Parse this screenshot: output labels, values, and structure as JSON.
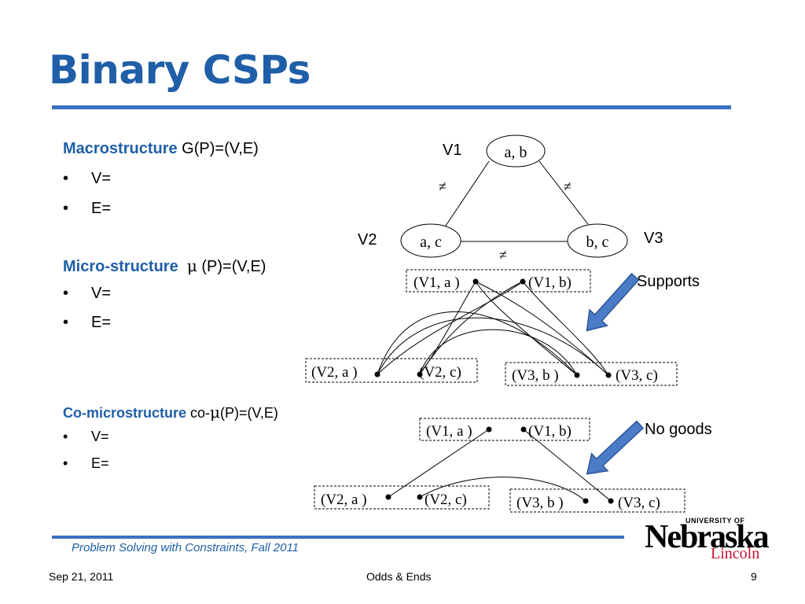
{
  "slide": {
    "title": "Binary CSPs"
  },
  "sections": [
    {
      "heading_accent": "Macrostructure",
      "heading_rest": " G(P)=(V,E)",
      "bullets": [
        "V=",
        "E="
      ]
    },
    {
      "heading_accent": "Micro-structure",
      "heading_mu": "μ",
      "heading_rest": " (P)=(V,E)",
      "bullets": [
        "V=",
        "E="
      ]
    },
    {
      "heading_accent": "Co-microstructure",
      "heading_rest_pre": " co-",
      "heading_mu": "μ",
      "heading_rest": "(P)=(V,E)",
      "bullets": [
        "V=",
        "E="
      ]
    }
  ],
  "bullet_symbol": "•",
  "diagram": {
    "macro": {
      "nodes": [
        {
          "name": "V1",
          "domain": "a, b"
        },
        {
          "name": "V2",
          "domain": "a, c"
        },
        {
          "name": "V3",
          "domain": "b, c"
        }
      ],
      "edge_label": "≠"
    },
    "supports": {
      "label": "Supports",
      "groups": [
        {
          "items": [
            "(V1, a )",
            "(V1, b)"
          ]
        },
        {
          "items": [
            "(V2, a )",
            "(V2, c)"
          ]
        },
        {
          "items": [
            "(V3, b )",
            "(V3, c)"
          ]
        }
      ]
    },
    "nogoods": {
      "label": "No goods",
      "groups": [
        {
          "items": [
            "(V1, a )",
            "(V1, b)"
          ]
        },
        {
          "items": [
            "(V2, a )",
            "(V2, c)"
          ]
        },
        {
          "items": [
            "(V3, b )",
            "(V3, c)"
          ]
        }
      ]
    },
    "arrow_color": "#4a7cc7"
  },
  "footer": {
    "course": "Problem Solving with Constraints, Fall 2011",
    "date": "Sep 21, 2011",
    "center": "Odds & Ends",
    "page": "9"
  },
  "logo": {
    "university": "UNIVERSITY OF",
    "name": "Nebraska",
    "campus": "Lincoln"
  },
  "colors": {
    "title": "#1f5fa8",
    "rule": "#3a6fc4",
    "logo_accent": "#c8102e"
  }
}
